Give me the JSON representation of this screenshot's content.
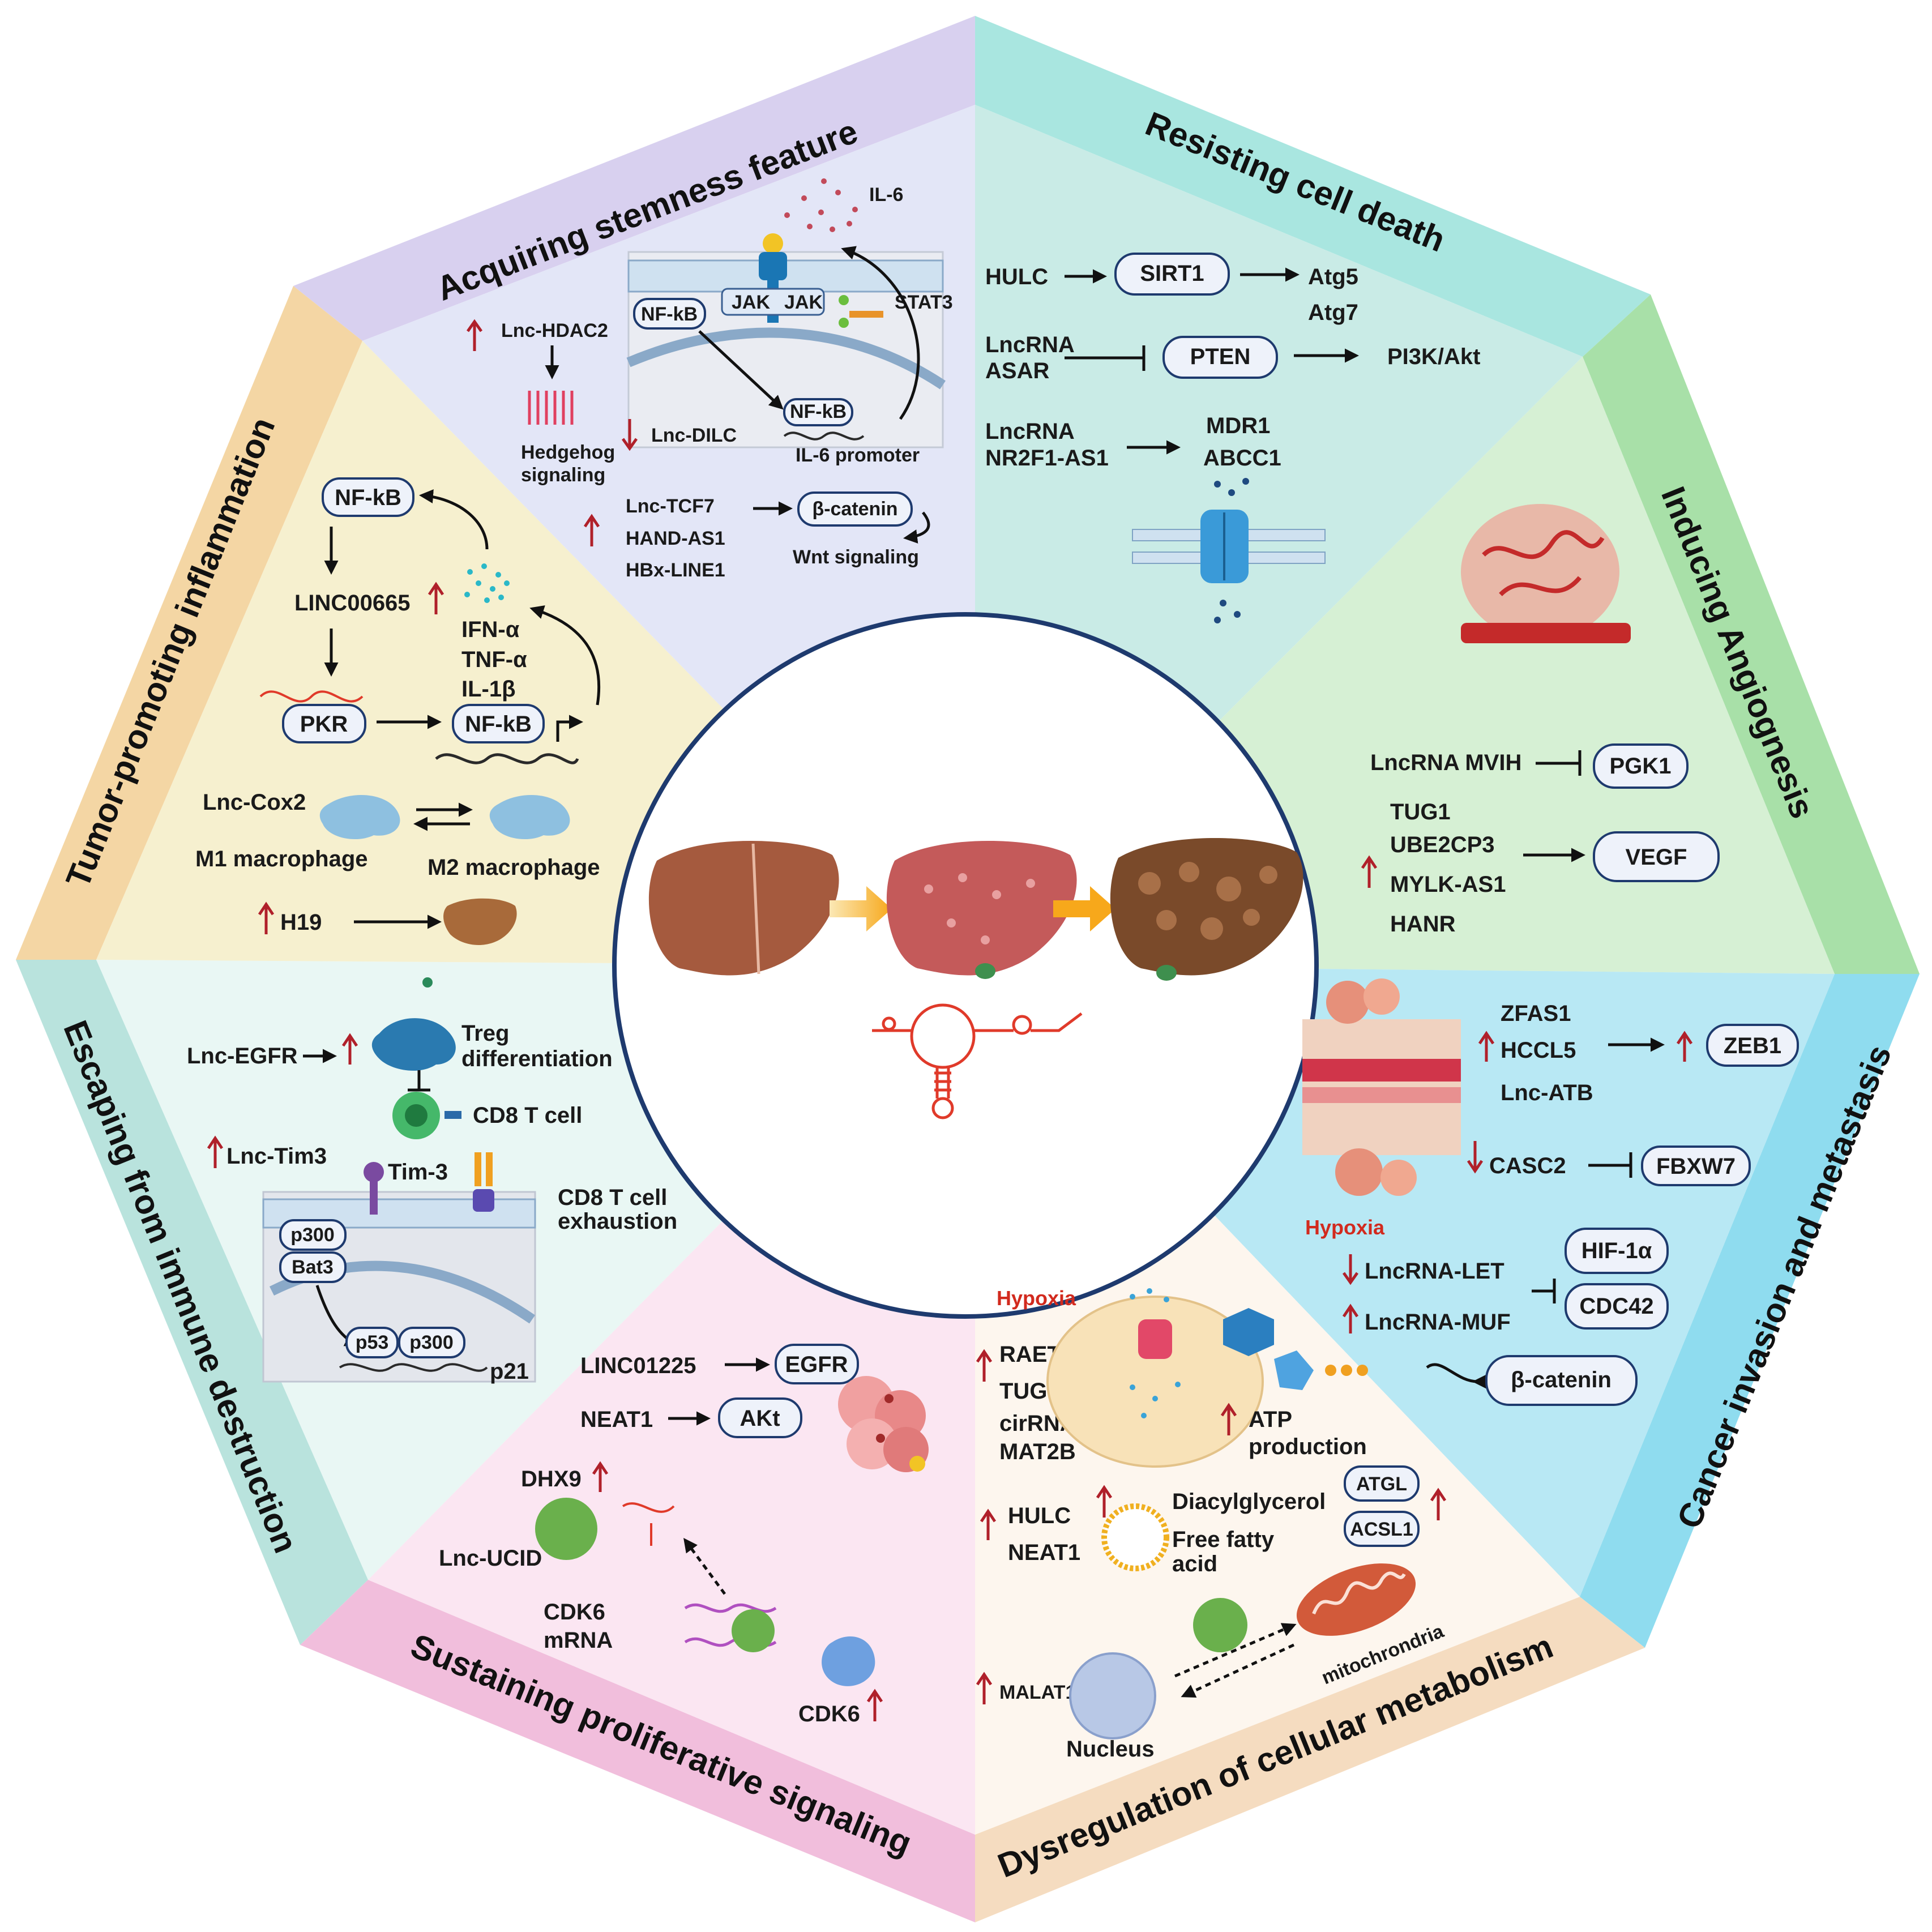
{
  "sectors": {
    "stemness": "Acquiring stemness feature",
    "cell_death": "Resisting cell death",
    "angiogenesis": "Inducing Angiognesis",
    "invasion": "Cancer invasion and metastasis",
    "metabolism": "Dysregulation of cellular metabolism",
    "proliferative": "Sustaining proliferative signaling",
    "immune": "Escaping from immune destruction",
    "inflammation": "Tumor-promoting inflammation"
  },
  "stemness": {
    "il6": "IL-6",
    "jak1": "JAK",
    "jak2": "JAK",
    "stat3": "STAT3",
    "nfkb_top": "NF-kB",
    "nfkb_bottom": "NF-kB",
    "lnc_hdac2": "Lnc-HDAC2",
    "hedgehog1": "Hedgehog",
    "hedgehog2": "signaling",
    "lnc_dilc": "Lnc-DILC",
    "il6_promoter": "IL-6 promoter",
    "lnc_tcf7": "Lnc-TCF7",
    "hand_as1": "HAND-AS1",
    "hbx_line1": "HBx-LINE1",
    "beta_catenin": "β-catenin",
    "wnt": "Wnt signaling"
  },
  "cell_death": {
    "hulc": "HULC",
    "sirt1": "SIRT1",
    "atg5": "Atg5",
    "atg7": "Atg7",
    "asar1": "LncRNA",
    "asar2": "ASAR",
    "pten": "PTEN",
    "pi3k": "PI3K/Akt",
    "nr2f1_1": "LncRNA",
    "nr2f1_2": "NR2F1-AS1",
    "mdr1": "MDR1",
    "abcc1": "ABCC1"
  },
  "angiogenesis": {
    "mvih": "LncRNA MVIH",
    "pgk1": "PGK1",
    "tug1": "TUG1",
    "ube2cp3": "UBE2CP3",
    "mylk": "MYLK-AS1",
    "hanr": "HANR",
    "vegf": "VEGF"
  },
  "invasion": {
    "zfas1": "ZFAS1",
    "hccl5": "HCCL5",
    "lnc_atb": "Lnc-ATB",
    "zeb1": "ZEB1",
    "casc2": "CASC2",
    "fbxw7": "FBXW7",
    "hypoxia": "Hypoxia",
    "lnc_let": "LncRNA-LET",
    "lnc_muf": "LncRNA-MUF",
    "hif1a": "HIF-1α",
    "cdc42": "CDC42",
    "beta_catenin": "β-catenin"
  },
  "metabolism": {
    "hypoxia": "Hypoxia",
    "raet1k": "RAET1K",
    "tug1": "TUG1",
    "cirrna": "cirRNA",
    "mat2b": "MAT2B",
    "atp1": "ATP",
    "atp2": "production",
    "hulc": "HULC",
    "neat1": "NEAT1",
    "dag": "Diacylglycerol",
    "ffa1": "Free fatty",
    "ffa2": "acid",
    "atgl": "ATGL",
    "acsl1": "ACSL1",
    "malat1": "MALAT1",
    "nucleus": "Nucleus",
    "mito": "mitochrondria"
  },
  "proliferative": {
    "linc01225": "LINC01225",
    "egfr": "EGFR",
    "neat1": "NEAT1",
    "akt": "AKt",
    "dhx9": "DHX9",
    "lnc_ucid": "Lnc-UCID",
    "cdk6_1": "CDK6",
    "cdk6_2": "mRNA",
    "cdk6_protein": "CDK6"
  },
  "immune": {
    "lnc_egfr": "Lnc-EGFR",
    "treg1": "Treg",
    "treg2": "differentiation",
    "cd8": "CD8 T cell",
    "lnc_tim3": "Lnc-Tim3",
    "tim3": "Tim-3",
    "exh1": "CD8 T cell",
    "exh2": "exhaustion",
    "p300": "p300",
    "bat3": "Bat3",
    "p53": "p53",
    "p300b": "p300",
    "p21": "p21"
  },
  "inflammation": {
    "nfkb_top": "NF-kB",
    "linc00665": "LINC00665",
    "ifn": "IFN-α",
    "tnf": "TNF-α",
    "il1b": "IL-1β",
    "pkr": "PKR",
    "nfkb_bottom": "NF-kB",
    "lnc_cox2": "Lnc-Cox2",
    "m1": "M1 macrophage",
    "m2": "M2 macrophage",
    "h19": "H19"
  },
  "colors": {
    "stemness": "#d8d0ef",
    "cell_death": "#a9e6e0",
    "angiogenesis": "#a8e0a8",
    "invasion": "#8fdcef",
    "metabolism": "#f5dcc0",
    "proliferative": "#f1bedc",
    "immune": "#b9e3dd",
    "inflammation": "#f4d6a4",
    "up_arrow": "#b0202a",
    "liver": "#a55a3e"
  }
}
